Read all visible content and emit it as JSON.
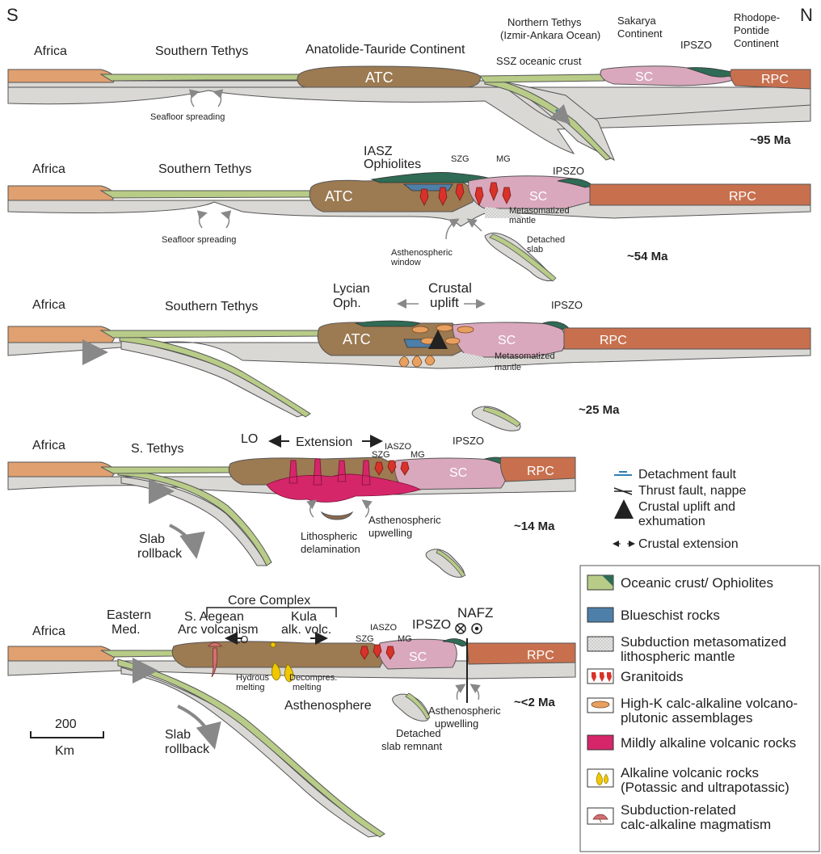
{
  "corners": {
    "south": "S",
    "north": "N"
  },
  "colors": {
    "africa": "#e0a070",
    "atc": "#9c7a52",
    "sc": "#d9a8bc",
    "rpc": "#c8704e",
    "oceanic": "#b8cc88",
    "ophiolite": "#2f6b55",
    "blueschist": "#4d7fa8",
    "mantle": "#d9d8d4",
    "granitoid": "#d8322a",
    "high_k": "#e8a060",
    "mildly_alkaline": "#d6266a",
    "alkaline": "#f0c800",
    "arc_magma": "#d07070",
    "arrow_blue": "#2f7fb3",
    "arrow_gray": "#888888"
  },
  "panel1": {
    "africa": "Africa",
    "southern_tethys": "Southern Tethys",
    "atc_name": "Anatolide-Tauride Continent",
    "atc": "ATC",
    "northern_tethys_1": "Northern Tethys",
    "northern_tethys_2": "(Izmir-Ankara Ocean)",
    "ssz": "SSZ oceanic crust",
    "sakarya_1": "Sakarya",
    "sakarya_2": "Continent",
    "ipszo": "IPSZO",
    "rhodope_1": "Rhodope-",
    "rhodope_2": "Pontide",
    "rhodope_3": "Continent",
    "sc": "SC",
    "rpc": "RPC",
    "seafloor": "Seafloor spreading",
    "age": "~95 Ma"
  },
  "panel2": {
    "africa": "Africa",
    "southern_tethys": "Southern Tethys",
    "iasz": "IASZ",
    "ophiolites": "Ophiolites",
    "szg": "SZG",
    "mg": "MG",
    "ipszo": "IPSZO",
    "atc": "ATC",
    "sc": "SC",
    "rpc": "RPC",
    "metasomatized_1": "Metasomatized",
    "metasomatized_2": "mantle",
    "seafloor": "Seafloor spreading",
    "astheno_1": "Asthenospheric",
    "astheno_2": "window",
    "detached_1": "Detached",
    "detached_2": "slab",
    "age": "~54 Ma"
  },
  "panel3": {
    "africa": "Africa",
    "southern_tethys": "Southern Tethys",
    "lycian_1": "Lycian",
    "lycian_2": "Oph.",
    "crustal_1": "Crustal",
    "crustal_2": "uplift",
    "ipszo": "IPSZO",
    "atc": "ATC",
    "sc": "SC",
    "rpc": "RPC",
    "metasomatized_1": "Metasomatized",
    "metasomatized_2": "mantle",
    "age": "~25 Ma"
  },
  "panel4": {
    "africa": "Africa",
    "s_tethys": "S. Tethys",
    "lo": "LO",
    "extension": "Extension",
    "iaszo": "IASZO",
    "szg": "SZG",
    "mg": "MG",
    "ipszo": "IPSZO",
    "sc": "SC",
    "rpc": "RPC",
    "delam_1": "Lithospheric",
    "delam_2": "delamination",
    "upwell_1": "Asthenospheric",
    "upwell_2": "upwelling",
    "rollback_1": "Slab",
    "rollback_2": "rollback",
    "age": "~14 Ma"
  },
  "panel5": {
    "core_complex": "Core Complex",
    "africa": "Africa",
    "eastern_1": "Eastern",
    "eastern_2": "Med.",
    "aegean_1": "S. Aegean",
    "aegean_2": "Arc volcanism",
    "kula_1": "Kula",
    "kula_2": "alk. volc.",
    "lo": "LO",
    "szg": "SZG",
    "iaszo": "IASZO",
    "mg": "MG",
    "ipszo": "IPSZO",
    "nafz": "NAFZ",
    "sc": "SC",
    "rpc": "RPC",
    "hydrous_1": "Hydrous",
    "hydrous_2": "melting",
    "decomp_1": "Decompres.",
    "decomp_2": "melting",
    "asthenosphere": "Asthenosphere",
    "upwell_1": "Asthenospheric",
    "upwell_2": "upwelling",
    "rollback_1": "Slab",
    "rollback_2": "rollback",
    "remnant_1": "Detached",
    "remnant_2": "slab remnant",
    "age": "~<2 Ma"
  },
  "scale": {
    "value": "200",
    "unit": "Km"
  },
  "key": {
    "detachment": "Detachment fault",
    "thrust": "Thrust fault, nappe",
    "uplift_1": "Crustal uplift and",
    "uplift_2": "exhumation",
    "extension": "Crustal extension"
  },
  "legend": [
    {
      "lines": [
        "Oceanic crust/ Ophiolites"
      ]
    },
    {
      "lines": [
        "Blueschist rocks"
      ]
    },
    {
      "lines": [
        "Subduction metasomatized",
        "lithospheric mantle"
      ]
    },
    {
      "lines": [
        "Granitoids"
      ]
    },
    {
      "lines": [
        "High-K calc-alkaline volcano-",
        "plutonic assemblages"
      ]
    },
    {
      "lines": [
        "Mildly alkaline volcanic rocks"
      ]
    },
    {
      "lines": [
        "Alkaline volcanic rocks",
        "(Potassic and ultrapotassic)"
      ]
    },
    {
      "lines": [
        "Subduction-related",
        "calc-alkaline magmatism"
      ]
    }
  ]
}
